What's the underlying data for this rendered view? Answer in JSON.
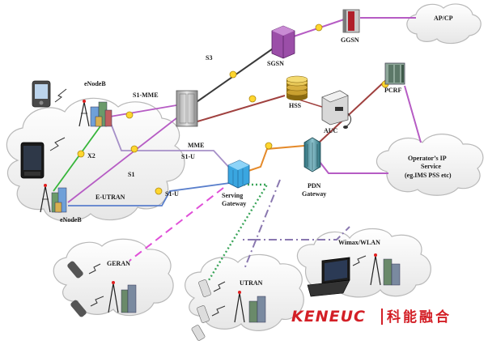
{
  "nodes": {
    "ap_cp": "AP/CP",
    "ggsn": "GGSN",
    "s3": "S3",
    "sgsn": "SGSN",
    "enodeb_top": "eNodeB",
    "s1_mme": "S1-MME",
    "hss": "HSS",
    "pcrf": "PCRF",
    "auc": "AUC",
    "x2": "X2",
    "mme": "MME",
    "s1_u_top": "S1-U",
    "operator_service": [
      "Operator’s IP",
      "Service",
      "(eg.IMS PSS etc)"
    ],
    "s1": "S1",
    "e_utran": "E-UTRAN",
    "s1_u_bottom": "S1-U",
    "serving_gateway": [
      "Serving",
      "Gateway"
    ],
    "pdn_gateway": [
      "PDN",
      "Gateway"
    ],
    "enodeb_bottom": "eNodeB",
    "wimax_wlan": "Wimax/WLAN",
    "geran": "GERAN",
    "utran": "UTRAN"
  },
  "logo": {
    "latin": "KENEUC",
    "cjk": "科能融合"
  },
  "colors": {
    "purple_link": "#b65cc4",
    "dark_link": "#3a3a3a",
    "brown_link": "#a0413f",
    "green_link": "#36b53a",
    "orange_link": "#e58a2a",
    "blue_link": "#5a7fcc",
    "magenta_dash": "#e050d8",
    "dashdot_link": "#8a78b0",
    "cloud_fill": "#f2f2f2",
    "brand_red": "#d31f26"
  }
}
